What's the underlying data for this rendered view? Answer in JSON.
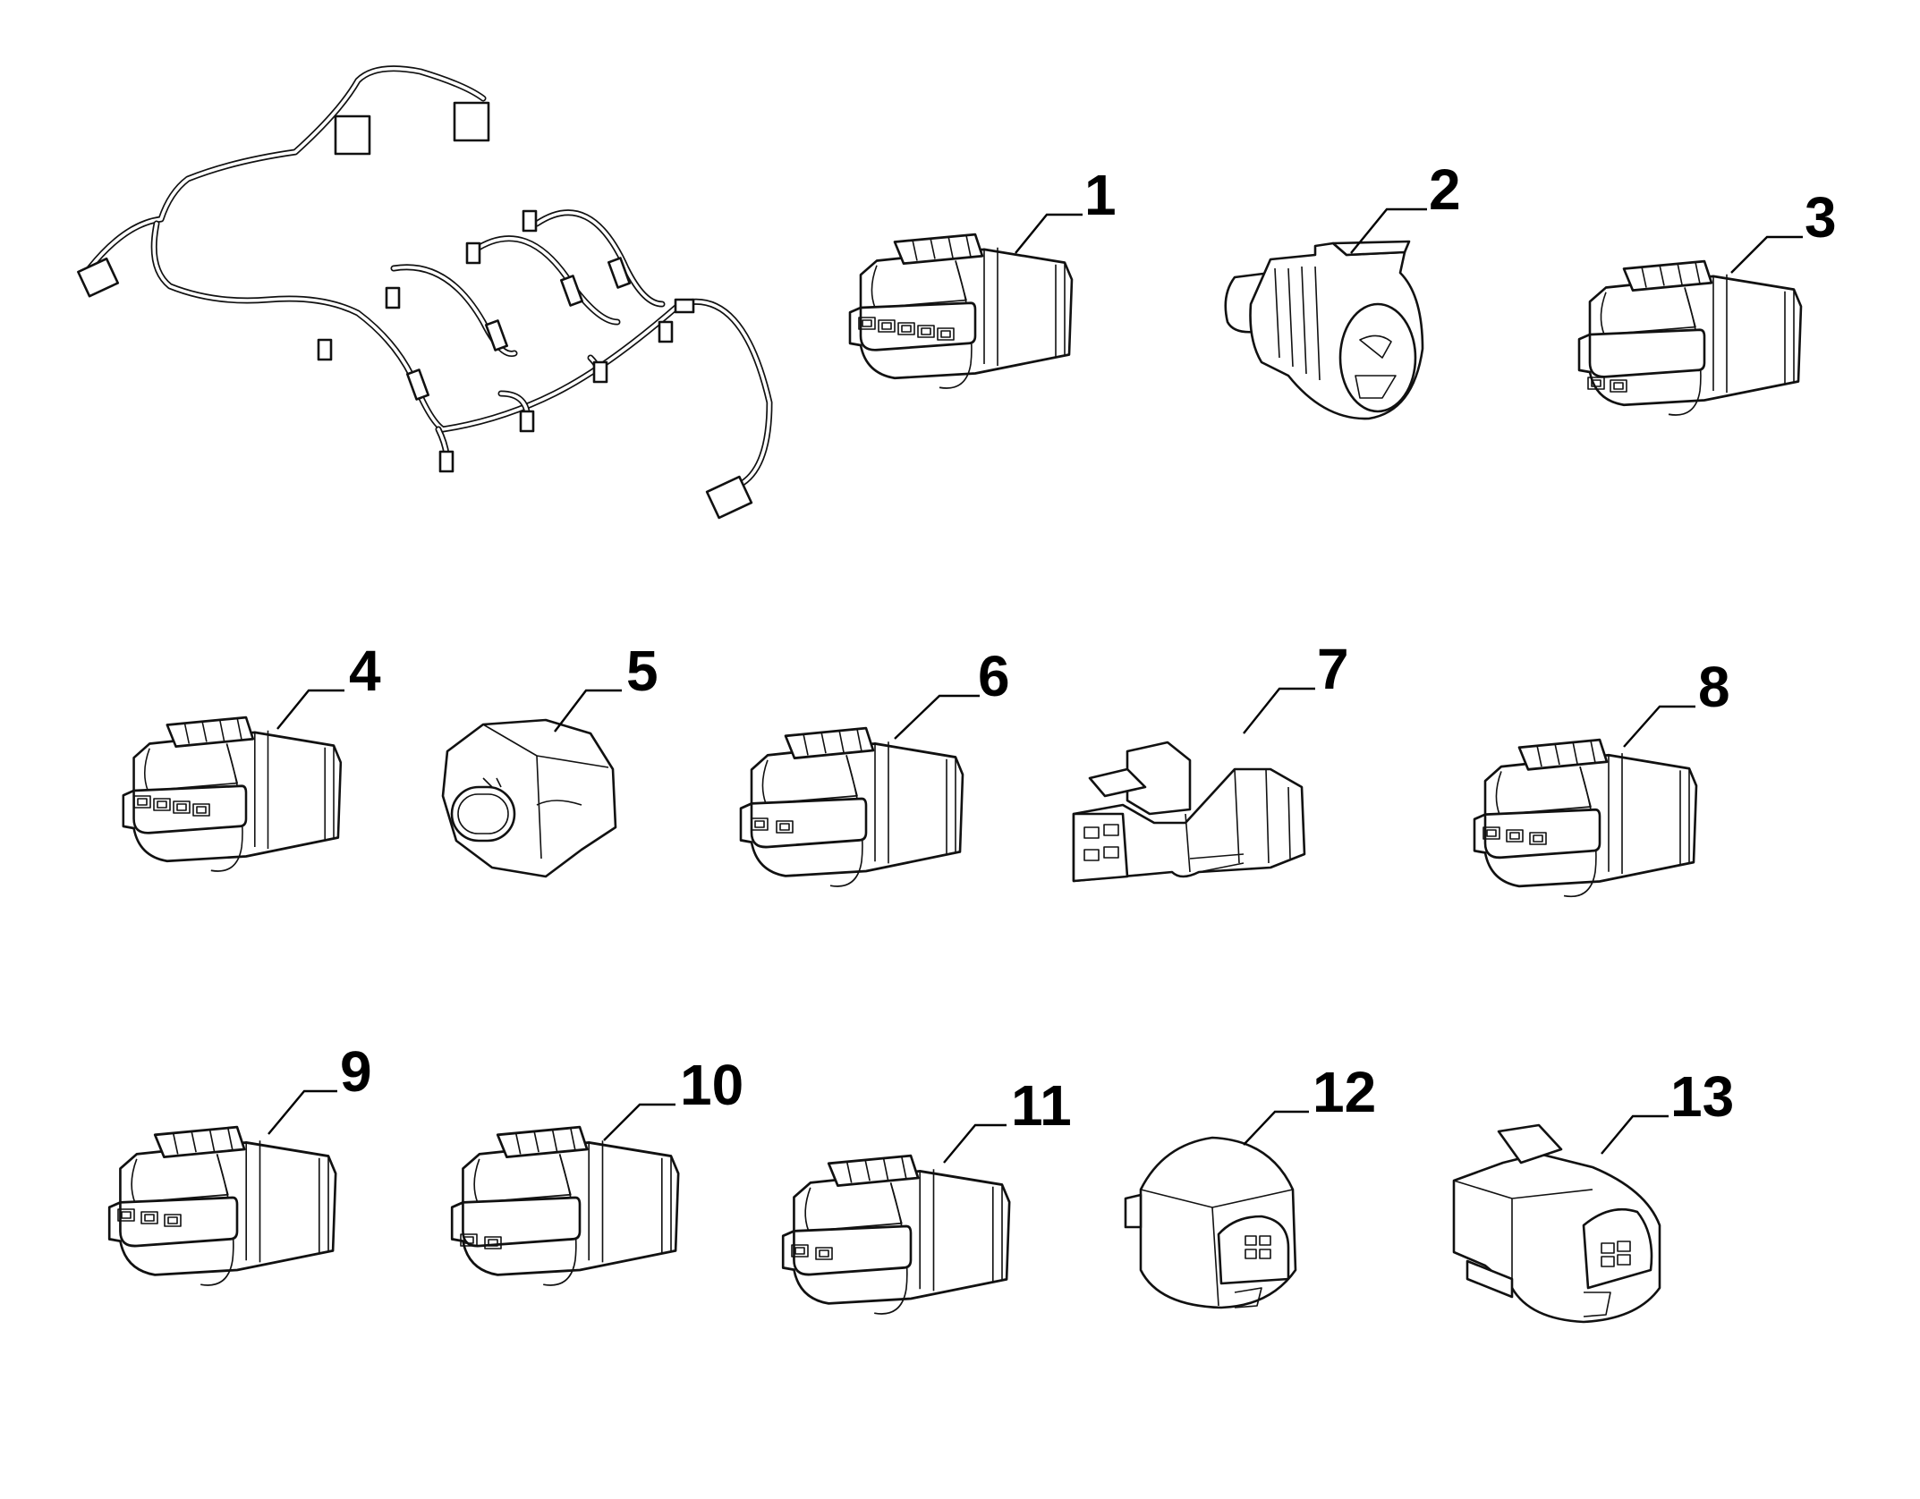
{
  "parts": [
    {
      "ref": "1",
      "icon": "connector-5-way-housing-icon"
    },
    {
      "ref": "2",
      "icon": "connector-round-weatherpack-icon"
    },
    {
      "ref": "3",
      "icon": "connector-2-way-housing-icon"
    },
    {
      "ref": "4",
      "icon": "connector-4-way-housing-icon"
    },
    {
      "ref": "5",
      "icon": "connector-2-way-oval-icon"
    },
    {
      "ref": "6",
      "icon": "connector-2-way-housing-icon"
    },
    {
      "ref": "7",
      "icon": "connector-4-way-latch-icon"
    },
    {
      "ref": "8",
      "icon": "connector-3-way-housing-icon"
    },
    {
      "ref": "9",
      "icon": "connector-3-way-housing-icon"
    },
    {
      "ref": "10",
      "icon": "connector-2-way-housing-icon"
    },
    {
      "ref": "11",
      "icon": "connector-2-way-housing-icon"
    },
    {
      "ref": "12",
      "icon": "connector-4-way-square-icon"
    },
    {
      "ref": "13",
      "icon": "connector-4-way-square-icon"
    }
  ],
  "harness": {
    "icon": "wiring-harness-icon"
  }
}
